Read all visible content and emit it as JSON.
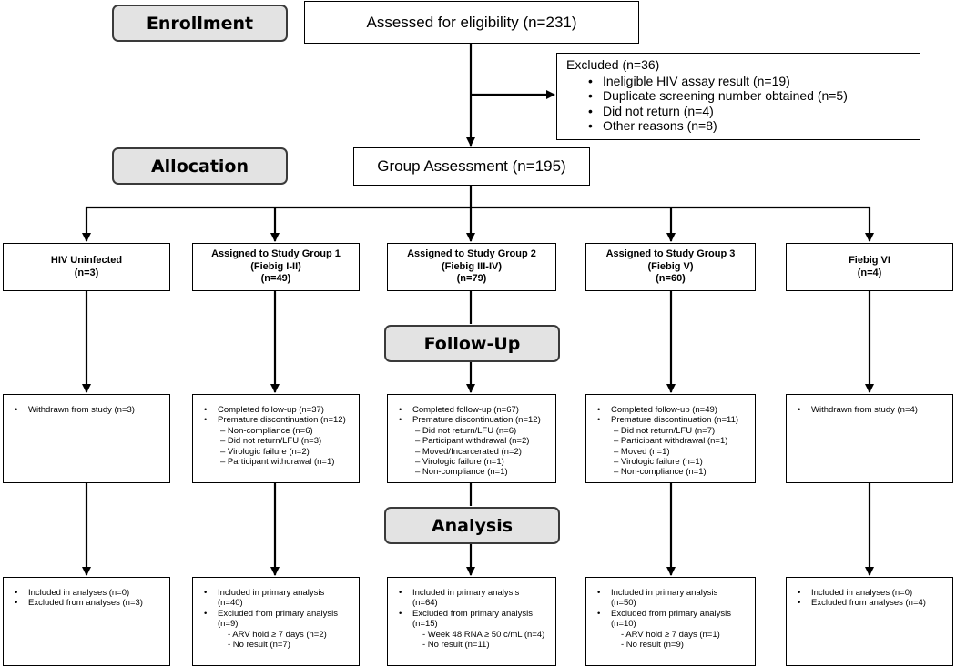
{
  "stages": {
    "enrollment": "Enrollment",
    "allocation": "Allocation",
    "follow_up": "Follow-Up",
    "analysis": "Analysis"
  },
  "assessed": "Assessed for eligibility (n=231)",
  "excluded": {
    "title": "Excluded  (n=36)",
    "items": [
      "Ineligible HIV assay result (n=19)",
      "Duplicate screening number obtained (n=5)",
      "Did not return (n=4)",
      "Other reasons (n=8)"
    ]
  },
  "group_assessment": "Group Assessment (n=195)",
  "groups": [
    {
      "line1": "HIV Uninfected",
      "line2": "(n=3)",
      "line3": ""
    },
    {
      "line1": "Assigned to Study Group 1",
      "line2": "(Fiebig I-II)",
      "line3": "(n=49)"
    },
    {
      "line1": "Assigned to Study Group 2",
      "line2": "(Fiebig III-IV)",
      "line3": "(n=79)"
    },
    {
      "line1": "Assigned to Study Group 3",
      "line2": "(Fiebig V)",
      "line3": "(n=60)"
    },
    {
      "line1": "Fiebig VI",
      "line2": "(n=4)",
      "line3": ""
    }
  ],
  "follow_up": [
    [
      {
        "t": "b",
        "text": "Withdrawn from study (n=3)"
      }
    ],
    [
      {
        "t": "b",
        "text": "Completed follow-up (n=37)"
      },
      {
        "t": "b",
        "text": "Premature discontinuation (n=12)"
      },
      {
        "t": "d",
        "text": "– Non-compliance (n=6)"
      },
      {
        "t": "d",
        "text": "– Did not return/LFU (n=3)"
      },
      {
        "t": "d",
        "text": "– Virologic failure (n=2)"
      },
      {
        "t": "d",
        "text": "– Participant withdrawal (n=1)"
      }
    ],
    [
      {
        "t": "b",
        "text": "Completed follow-up (n=67)"
      },
      {
        "t": "b",
        "text": "Premature discontinuation (n=12)"
      },
      {
        "t": "d",
        "text": "– Did not return/LFU (n=6)"
      },
      {
        "t": "d",
        "text": "– Participant withdrawal (n=2)"
      },
      {
        "t": "d",
        "text": "– Moved/Incarcerated (n=2)"
      },
      {
        "t": "d",
        "text": "– Virologic failure (n=1)"
      },
      {
        "t": "d",
        "text": "– Non-compliance (n=1)"
      }
    ],
    [
      {
        "t": "b",
        "text": "Completed follow-up (n=49)"
      },
      {
        "t": "b",
        "text": "Premature discontinuation (n=11)"
      },
      {
        "t": "d",
        "text": "– Did not return/LFU (n=7)"
      },
      {
        "t": "d",
        "text": "– Participant withdrawal (n=1)"
      },
      {
        "t": "d",
        "text": "– Moved (n=1)"
      },
      {
        "t": "d",
        "text": "– Virologic failure (n=1)"
      },
      {
        "t": "d",
        "text": "– Non-compliance (n=1)"
      }
    ],
    [
      {
        "t": "b",
        "text": "Withdrawn from study (n=4)"
      }
    ]
  ],
  "analysis": [
    [
      {
        "t": "b",
        "text": "Included in analyses (n=0)"
      },
      {
        "t": "b",
        "text": "Excluded from analyses (n=3)"
      }
    ],
    [
      {
        "t": "b",
        "text": "Included in primary analysis"
      },
      {
        "t": "p",
        "text": "(n=40)"
      },
      {
        "t": "b",
        "text": "Excluded from primary analysis"
      },
      {
        "t": "p",
        "text": "(n=9)"
      },
      {
        "t": "s",
        "text": "-  ARV hold ≥ 7 days (n=2)"
      },
      {
        "t": "s",
        "text": "-  No result (n=7)"
      }
    ],
    [
      {
        "t": "b",
        "text": "Included in primary analysis"
      },
      {
        "t": "p",
        "text": "(n=64)"
      },
      {
        "t": "b",
        "text": "Excluded from primary analysis"
      },
      {
        "t": "p",
        "text": "(n=15)"
      },
      {
        "t": "s",
        "text": "-  Week 48 RNA ≥ 50 c/mL (n=4)"
      },
      {
        "t": "s",
        "text": "-  No result (n=11)"
      }
    ],
    [
      {
        "t": "b",
        "text": "Included in primary analysis"
      },
      {
        "t": "p",
        "text": "(n=50)"
      },
      {
        "t": "b",
        "text": "Excluded from primary analysis"
      },
      {
        "t": "p",
        "text": "(n=10)"
      },
      {
        "t": "s",
        "text": "-  ARV hold ≥ 7 days (n=1)"
      },
      {
        "t": "s",
        "text": "-  No result (n=9)"
      }
    ],
    [
      {
        "t": "b",
        "text": "Included in analyses (n=0)"
      },
      {
        "t": "b",
        "text": "Excluded from analyses (n=4)"
      }
    ]
  ]
}
